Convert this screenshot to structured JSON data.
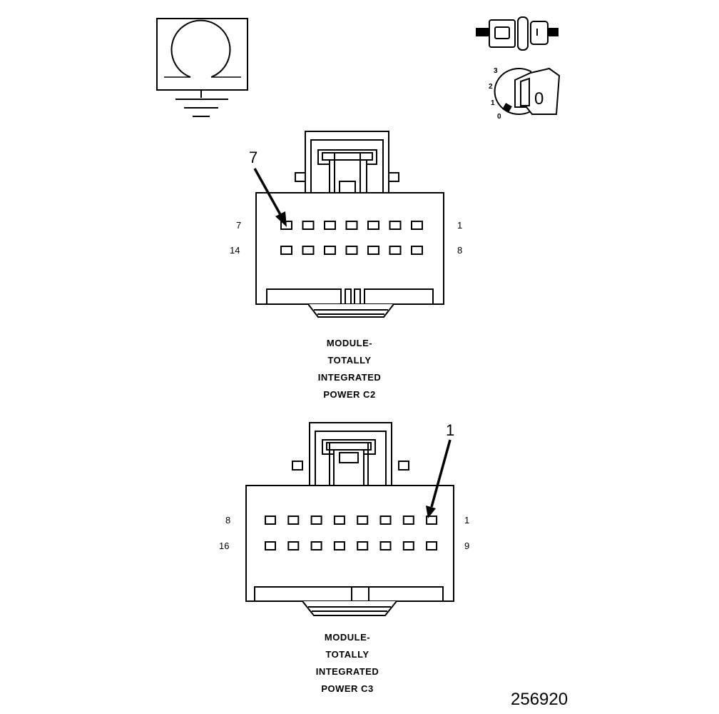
{
  "connector_c2": {
    "callout": "7",
    "pin_labels": {
      "top_left": "7",
      "top_right": "1",
      "bottom_left": "14",
      "bottom_right": "8"
    },
    "caption": [
      "MODULE-",
      "TOTALLY",
      "INTEGRATED",
      "POWER C2"
    ]
  },
  "connector_c3": {
    "callout": "1",
    "pin_labels": {
      "top_left": "8",
      "top_right": "1",
      "bottom_left": "16",
      "bottom_right": "9"
    },
    "caption": [
      "MODULE-",
      "TOTALLY",
      "INTEGRATED",
      "POWER C3"
    ]
  },
  "ignition_key": {
    "positions": [
      "3",
      "2",
      "1",
      "0"
    ],
    "key_mark": "0"
  },
  "figure_id": "256920",
  "icons": [
    "ground-symbol-icon",
    "key-fob-icon",
    "ignition-key-icon"
  ]
}
